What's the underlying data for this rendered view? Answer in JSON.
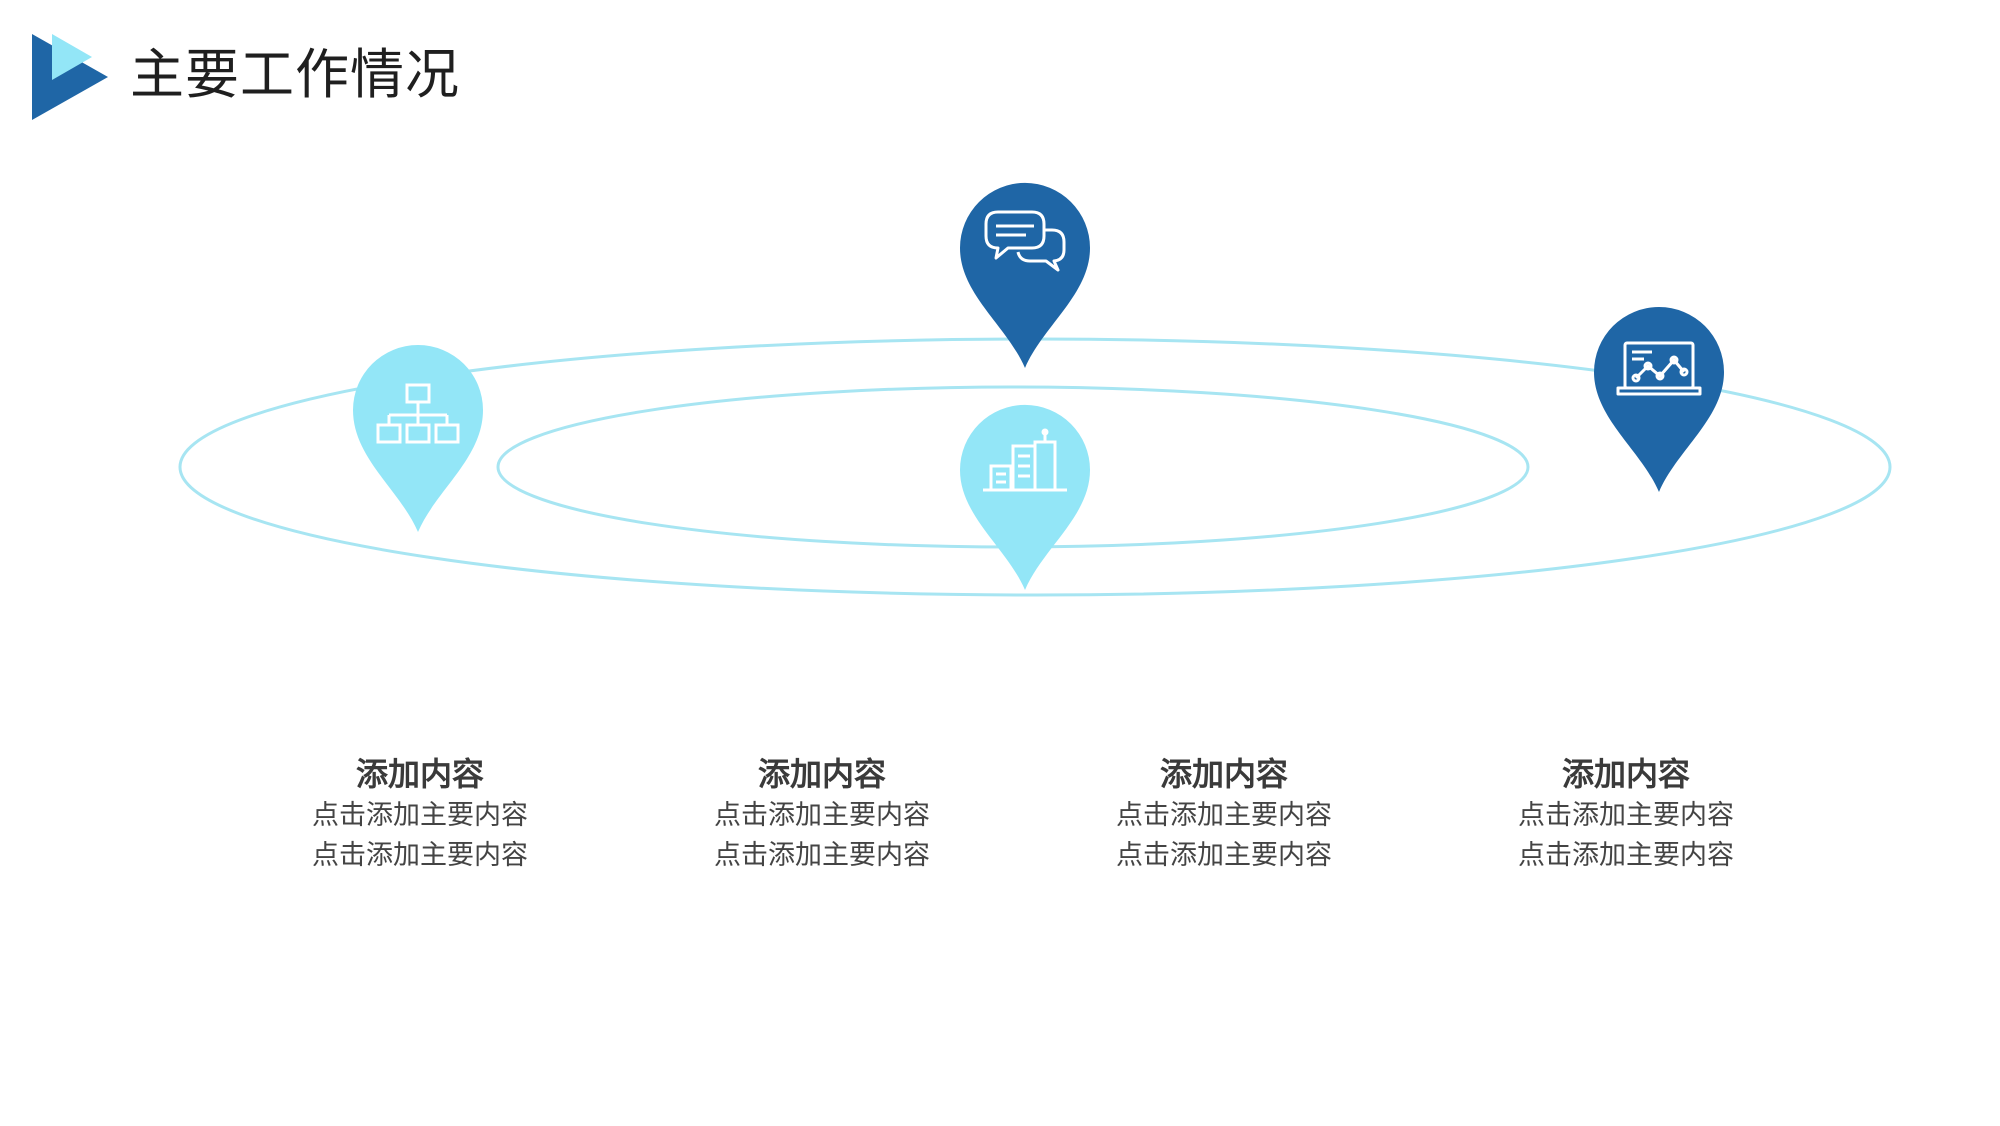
{
  "header": {
    "title": "主要工作情况",
    "logo_icon": "play-triangle-icon"
  },
  "colors": {
    "dark_blue": "#1f66a6",
    "light_blue": "#93e6f7",
    "orbit": "#a7e5f2",
    "text_dark": "#1f1f1f",
    "text_body": "#444444"
  },
  "pins": [
    {
      "name": "organization",
      "icon": "org-chart-icon",
      "color": "light"
    },
    {
      "name": "chat",
      "icon": "chat-bubbles-icon",
      "color": "dark"
    },
    {
      "name": "building",
      "icon": "buildings-icon",
      "color": "light"
    },
    {
      "name": "analytics",
      "icon": "laptop-chart-icon",
      "color": "dark"
    }
  ],
  "items": [
    {
      "title": "添加内容",
      "line1": "点击添加主要内容",
      "line2": "点击添加主要内容"
    },
    {
      "title": "添加内容",
      "line1": "点击添加主要内容",
      "line2": "点击添加主要内容"
    },
    {
      "title": "添加内容",
      "line1": "点击添加主要内容",
      "line2": "点击添加主要内容"
    },
    {
      "title": "添加内容",
      "line1": "点击添加主要内容",
      "line2": "点击添加主要内容"
    }
  ]
}
